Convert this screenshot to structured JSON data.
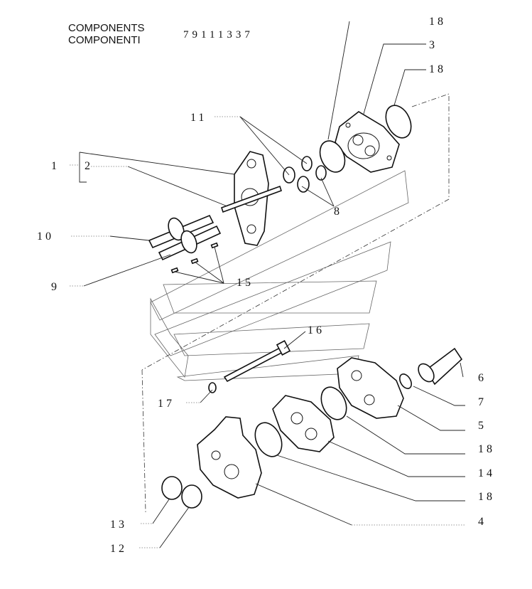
{
  "header": {
    "line1": "COMPONENTS",
    "line2": "COMPONENTI",
    "part_number": "79111337"
  },
  "callouts": {
    "n1": "1",
    "n2": "2",
    "n3": "3",
    "n4": "4",
    "n5": "5",
    "n6": "6",
    "n7": "7",
    "n8": "8",
    "n9": "9",
    "n10": "10",
    "n11": "11",
    "n12": "12",
    "n13": "13",
    "n14": "14",
    "n15": "15",
    "n16": "16",
    "n17": "17",
    "n18a": "18",
    "n18b": "18",
    "n18c": "18",
    "n18d": "18"
  }
}
